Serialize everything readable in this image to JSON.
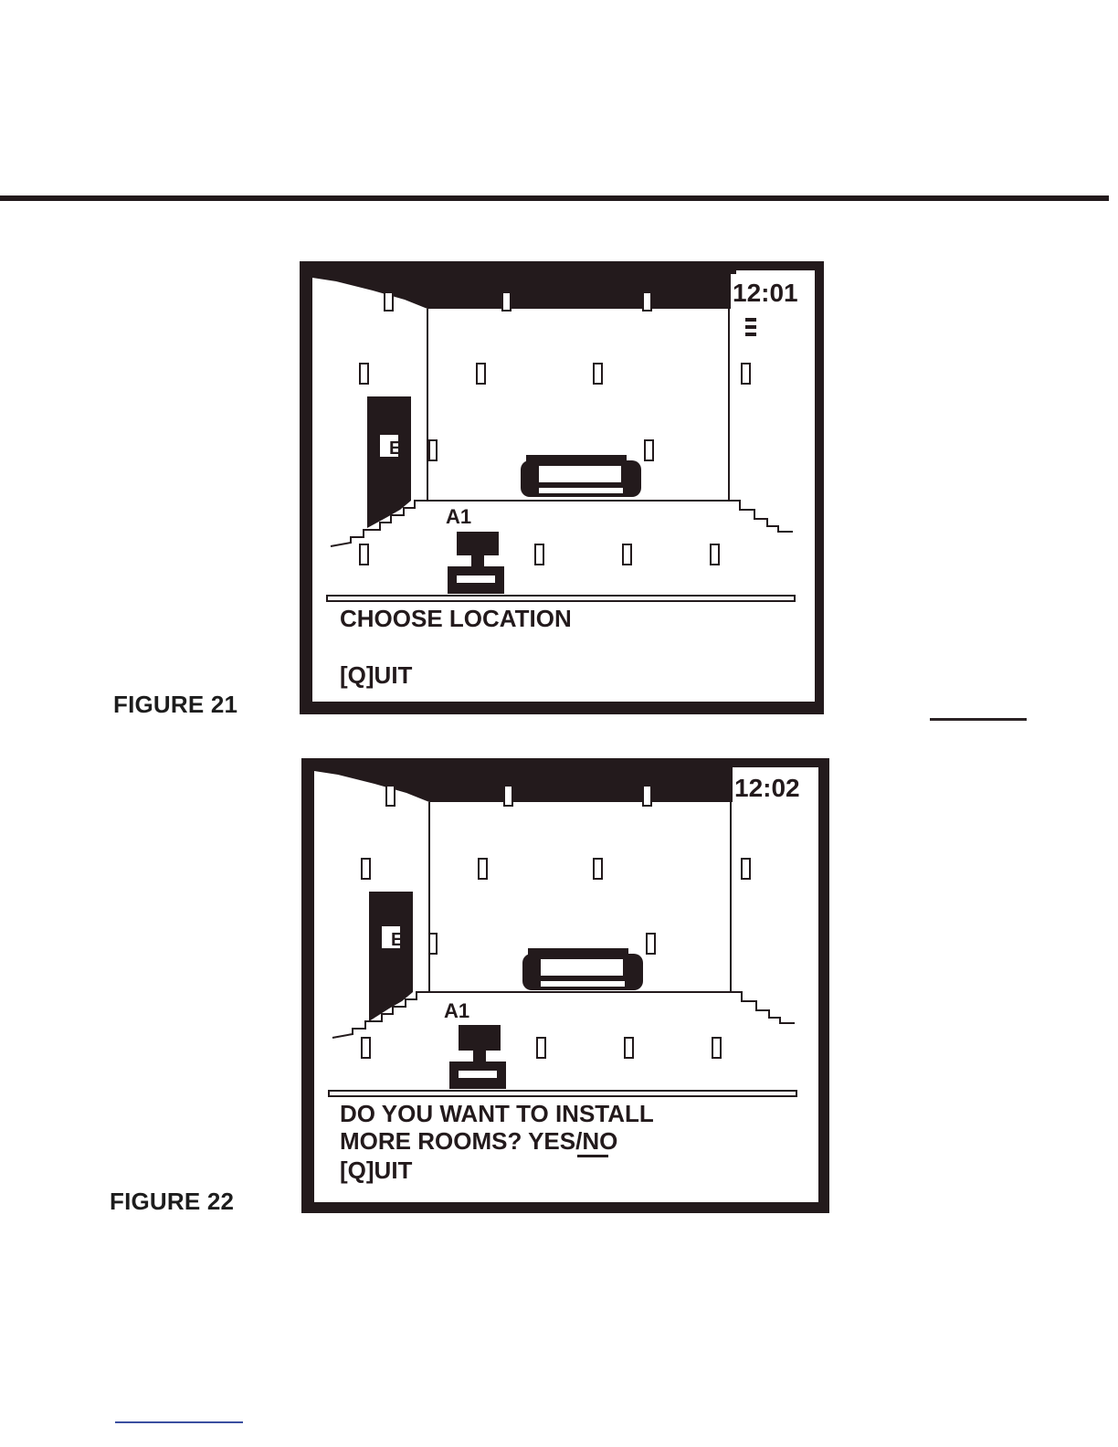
{
  "figures": [
    {
      "label": "FIGURE 21",
      "clock": "12:01",
      "room_tag": "A1",
      "exit_marker": "E",
      "prompt_lines": [
        "CHOOSE LOCATION",
        "",
        "[Q]UIT"
      ]
    },
    {
      "label": "FIGURE 22",
      "clock": "12:02",
      "room_tag": "A1",
      "exit_marker": "E",
      "prompt_lines": [
        "DO YOU WANT TO INSTALL",
        "MORE ROOMS?  YES/NO",
        "[Q]UIT"
      ],
      "selected_option": "NO"
    }
  ],
  "colors": {
    "ink": "#231a1c",
    "paper": "#ffffff"
  }
}
